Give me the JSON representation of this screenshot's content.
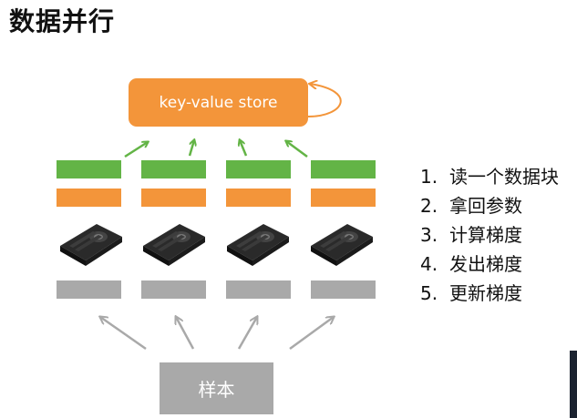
{
  "title": "数据并行",
  "kv_store": {
    "label": "key-value store"
  },
  "sample": {
    "label": "样本"
  },
  "steps": [
    {
      "num": "1.",
      "text": "读一个数据块"
    },
    {
      "num": "2.",
      "text": "拿回参数"
    },
    {
      "num": "3.",
      "text": "计算梯度"
    },
    {
      "num": "4.",
      "text": "发出梯度"
    },
    {
      "num": "5.",
      "text": "更新梯度"
    }
  ],
  "workers": 4,
  "colors": {
    "orange": "#f3953a",
    "green": "#63b446",
    "gray": "#a9a9a9",
    "arrow_green": "#63b446",
    "arrow_gray": "#a9a9a9"
  },
  "icons": {
    "gpu": "graphics-card-icon"
  }
}
